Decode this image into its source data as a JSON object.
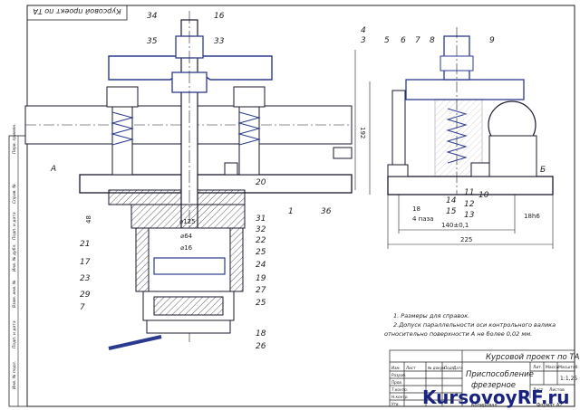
{
  "top_stamp": "Курсовой проект по ТА",
  "left_column_labels": [
    "Перв. примен.",
    "Справ. №",
    "Подп. и дата",
    "Инв. № дубл.",
    "Взам. инв. №",
    "Подп. и дата",
    "Инв. № подл."
  ],
  "callouts": {
    "left_view": [
      "34",
      "16",
      "35",
      "33",
      "20",
      "31",
      "32",
      "22",
      "25",
      "24",
      "19",
      "27",
      "25",
      "18",
      "26",
      "1",
      "36",
      "21",
      "17",
      "23",
      "29",
      "7",
      "A"
    ],
    "right_view": [
      "4",
      "3",
      "5",
      "6",
      "7",
      "8",
      "9",
      "14",
      "15",
      "11",
      "12",
      "13",
      "10",
      "Б"
    ]
  },
  "dimensions": {
    "left": {
      "height_right": "192",
      "dia1": "⌀125",
      "dia2": "⌀64",
      "dia3": "⌀16",
      "chamfer": "48"
    },
    "right": {
      "d1": "18",
      "d2": "4 паза",
      "d3": "140±0,1",
      "d4": "225",
      "d5": "18h6"
    }
  },
  "notes": [
    "1. Размеры для справок.",
    "2.Допуск параллельности оси контрольного валика",
    "относительно поверхности А не более 0,02 мм."
  ],
  "title_block": {
    "project": "Курсовой проект по ТА",
    "name_line1": "Приспособление",
    "name_line2": "фрезерное",
    "headers": [
      "Изм.",
      "Лист",
      "№ докум.",
      "Подп.",
      "Дата"
    ],
    "roles": [
      "Разраб.",
      "Пров.",
      "Т.контр.",
      "Н.контр.",
      "Утв."
    ],
    "col_labels": [
      "Лит.",
      "Масса",
      "Масштаб"
    ],
    "scale": "1:1,25",
    "sheet": "Лист",
    "sheets": "Листов",
    "copied": "Копировал",
    "format": "Формат A2"
  },
  "watermark": "KursovoyRF.ru",
  "colors": {
    "ink": "#1a1a2e",
    "blue": "#2b3a8f",
    "hatch": "#3a3a3a"
  }
}
